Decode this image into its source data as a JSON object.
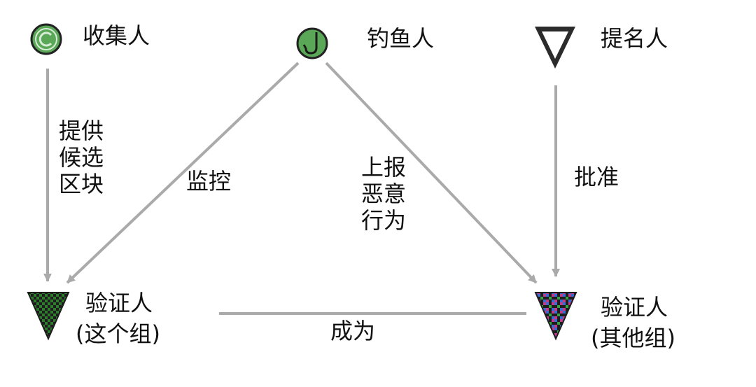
{
  "roles": {
    "collector": "收集人",
    "fisherman": "钓鱼人",
    "nominator": "提名人",
    "validator_this_label": "验证人",
    "validator_this_group": "(这个组)",
    "validator_other_label": "验证人",
    "validator_other_group": "(其他组)"
  },
  "edges": {
    "provide_candidate_block": "提供候选区块",
    "monitor": "监控",
    "report_malicious": "上报恶意行为",
    "approve": "批准",
    "become": "成为"
  },
  "icons": {
    "collector": "copyright-c-icon",
    "fisherman": "fishhook-icon",
    "nominator": "outlined-triangle-icon",
    "validator_this": "checkered-triangle-icon",
    "validator_other": "multicolor-checkered-triangle-icon"
  },
  "colors": {
    "arrow": "#aaaaaa",
    "node_green": "#4e9a4c",
    "node_dark": "#2b2b2b",
    "text": "#111111"
  }
}
